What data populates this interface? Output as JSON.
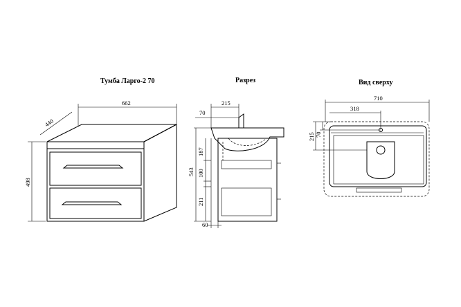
{
  "views": {
    "front": {
      "title": "Тумба Ларго-2  70",
      "width": "662",
      "depth": "440",
      "height": "498"
    },
    "section": {
      "title": "Разрез",
      "d215": "215",
      "d70": "70",
      "d543": "543",
      "d187": "187",
      "d100": "100",
      "d211": "211",
      "d60": "60"
    },
    "top": {
      "title": "Вид сверху",
      "d710": "710",
      "d318": "318",
      "d215": "215",
      "d70": "70"
    }
  }
}
